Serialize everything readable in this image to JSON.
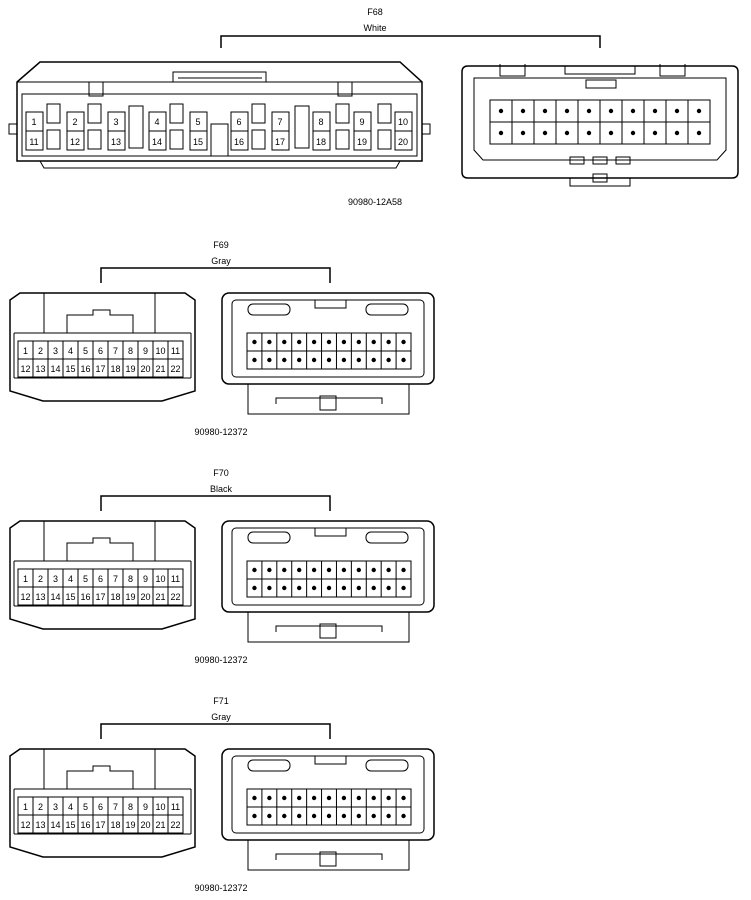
{
  "connectors": [
    {
      "id": "F68",
      "color": "White",
      "part_number": "90980-12A58",
      "pins_top": [
        "1",
        "2",
        "3",
        "4",
        "5",
        "6",
        "7",
        "8",
        "9",
        "10"
      ],
      "pins_bottom": [
        "11",
        "12",
        "13",
        "14",
        "15",
        "16",
        "17",
        "18",
        "19",
        "20"
      ],
      "rear_columns": 10
    },
    {
      "id": "F69",
      "color": "Gray",
      "part_number": "90980-12372",
      "pins_top": [
        "1",
        "2",
        "3",
        "4",
        "5",
        "6",
        "7",
        "8",
        "9",
        "10",
        "11"
      ],
      "pins_bottom": [
        "12",
        "13",
        "14",
        "15",
        "16",
        "17",
        "18",
        "19",
        "20",
        "21",
        "22"
      ],
      "rear_columns": 11
    },
    {
      "id": "F70",
      "color": "Black",
      "part_number": "90980-12372",
      "pins_top": [
        "1",
        "2",
        "3",
        "4",
        "5",
        "6",
        "7",
        "8",
        "9",
        "10",
        "11"
      ],
      "pins_bottom": [
        "12",
        "13",
        "14",
        "15",
        "16",
        "17",
        "18",
        "19",
        "20",
        "21",
        "22"
      ],
      "rear_columns": 11
    },
    {
      "id": "F71",
      "color": "Gray",
      "part_number": "90980-12372",
      "pins_top": [
        "1",
        "2",
        "3",
        "4",
        "5",
        "6",
        "7",
        "8",
        "9",
        "10",
        "11"
      ],
      "pins_bottom": [
        "12",
        "13",
        "14",
        "15",
        "16",
        "17",
        "18",
        "19",
        "20",
        "21",
        "22"
      ],
      "rear_columns": 11
    }
  ]
}
